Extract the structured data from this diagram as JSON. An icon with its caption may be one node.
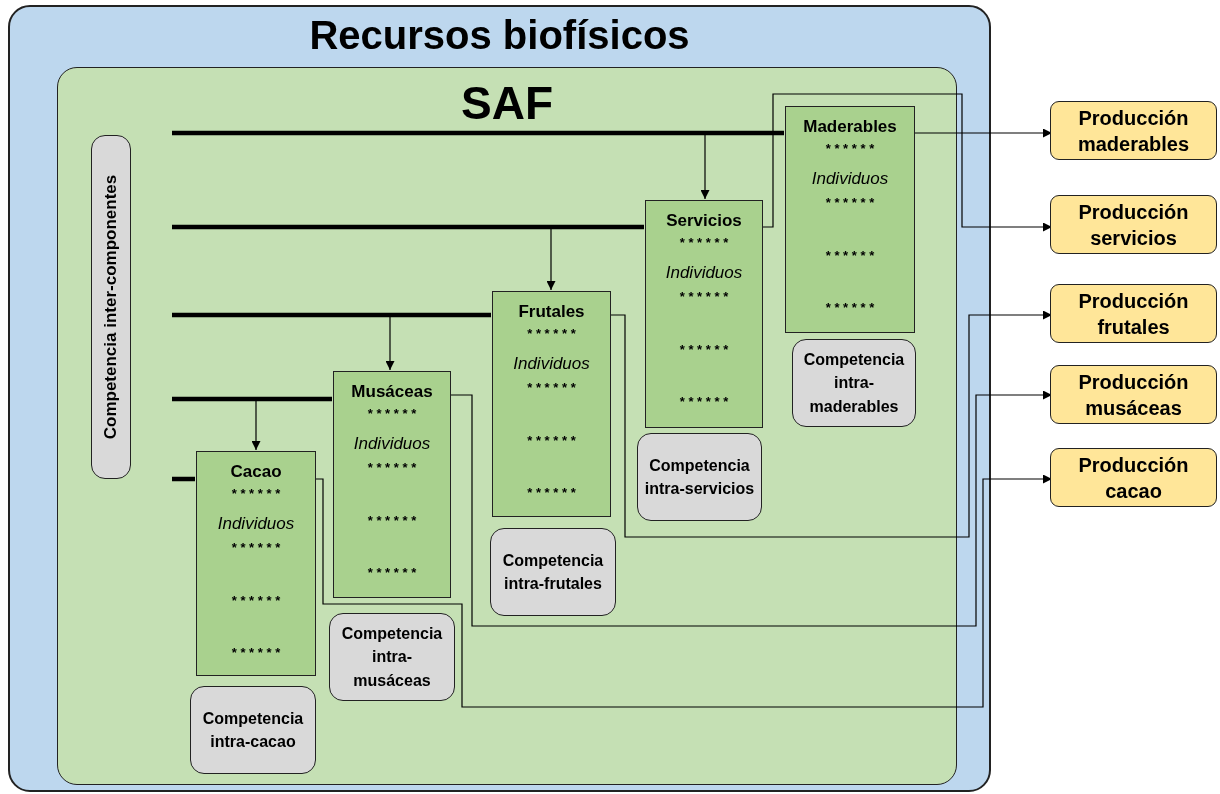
{
  "diagram": {
    "nodes": [
      {
        "text": [
          "Recursos biofísicos"
        ]
      },
      {
        "text": [
          "SAF"
        ],
        "in": 0
      },
      {
        "text": [
          "Competencia inter-componentes"
        ],
        "in": 1
      },
      {
        "text": [
          "Maderables",
          "* * * * * *",
          "Individuos",
          "* * * * * *",
          "* * * * * *",
          "* * * * * *"
        ],
        "in": 1
      },
      {
        "text": [
          "Competencia intra-maderables"
        ],
        "in": 1
      },
      {
        "text": [
          "Servicios",
          "* * * * * *",
          "Individuos",
          "* * * * * *",
          "* * * * * *",
          "* * * * * *"
        ],
        "in": 1
      },
      {
        "text": [
          "Competencia intra-servicios"
        ],
        "in": 1
      },
      {
        "text": [
          "Frutales",
          "* * * * * *",
          "Individuos",
          "* * * * * *",
          "* * * * * *",
          "* * * * * *"
        ],
        "in": 1
      },
      {
        "text": [
          "Competencia intra-frutales"
        ],
        "in": 1
      },
      {
        "text": [
          "Musáceas",
          "* * * * * *",
          "Individuos",
          "* * * * * *",
          "* * * * * *",
          "* * * * * *"
        ],
        "in": 1
      },
      {
        "text": [
          "Competencia intra-musáceas"
        ],
        "in": 1
      },
      {
        "text": [
          "Cacao",
          "* * * * * *",
          "Individuos",
          "* * * * * *",
          "* * * * * *",
          "* * * * * *"
        ],
        "in": 1
      },
      {
        "text": [
          "Competencia intra-cacao"
        ],
        "in": 1
      },
      {
        "text": [
          "Producción maderables"
        ]
      },
      {
        "text": [
          "Producción servicios"
        ]
      },
      {
        "text": [
          "Producción frutales"
        ]
      },
      {
        "text": [
          "Producción musáceas"
        ]
      },
      {
        "text": [
          "Producción cacao"
        ]
      }
    ],
    "edges": [
      {
        "from": null,
        "to": 3,
        "arrow": "none",
        "style": "thick"
      },
      {
        "from": null,
        "to": 5,
        "arrow": "none",
        "style": "thick"
      },
      {
        "from": null,
        "to": 7,
        "arrow": "none",
        "style": "thick"
      },
      {
        "from": null,
        "to": 9,
        "arrow": "none",
        "style": "thick"
      },
      {
        "from": null,
        "to": 11,
        "arrow": "none",
        "style": "thick"
      },
      {
        "from": null,
        "to": 5,
        "arrow": "to"
      },
      {
        "from": null,
        "to": 7,
        "arrow": "to"
      },
      {
        "from": null,
        "to": 9,
        "arrow": "to"
      },
      {
        "from": null,
        "to": 11,
        "arrow": "to"
      },
      {
        "from": 3,
        "to": 13,
        "arrow": "to"
      },
      {
        "from": 5,
        "to": 14,
        "arrow": "to"
      },
      {
        "from": 7,
        "to": 15,
        "arrow": "to"
      },
      {
        "from": 9,
        "to": 16,
        "arrow": "to"
      },
      {
        "from": 11,
        "to": 17,
        "arrow": "to"
      }
    ]
  }
}
